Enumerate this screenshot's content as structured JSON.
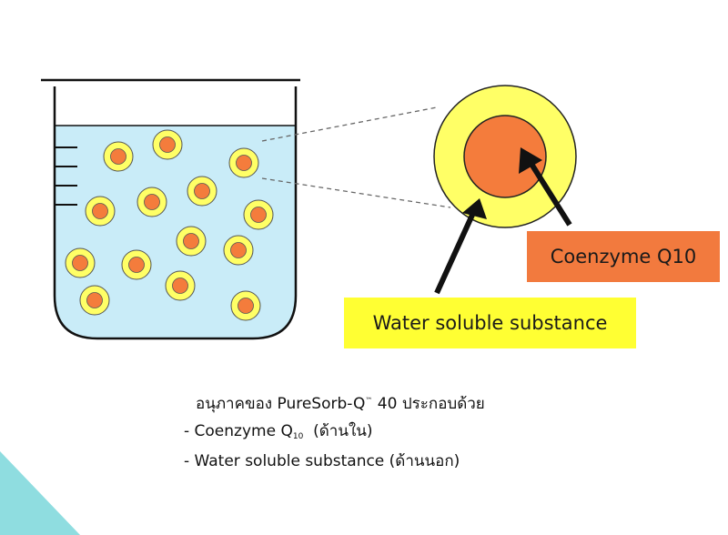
{
  "colors": {
    "liquid": "#c9ecf8",
    "outline": "#111111",
    "shell": "#ffff66",
    "core": "#f47c3c",
    "coq_box_bg": "#f27a3e",
    "water_box_bg": "#ffff33",
    "corner_triangle": "#8fdde0"
  },
  "labels": {
    "coenzyme": "Coenzyme Q10",
    "water": "Water soluble substance"
  },
  "caption": {
    "line1_prefix": "อนุภาคของ PureSorb-Q",
    "line1_tm": "™",
    "line1_suffix": " 40 ประกอบด้วย",
    "line2_prefix": "- Coenzyme Q",
    "line2_sub": "10",
    "line2_suffix": "  (ด้านใน)",
    "line3": "- Water soluble substance (ด้านนอก)"
  }
}
